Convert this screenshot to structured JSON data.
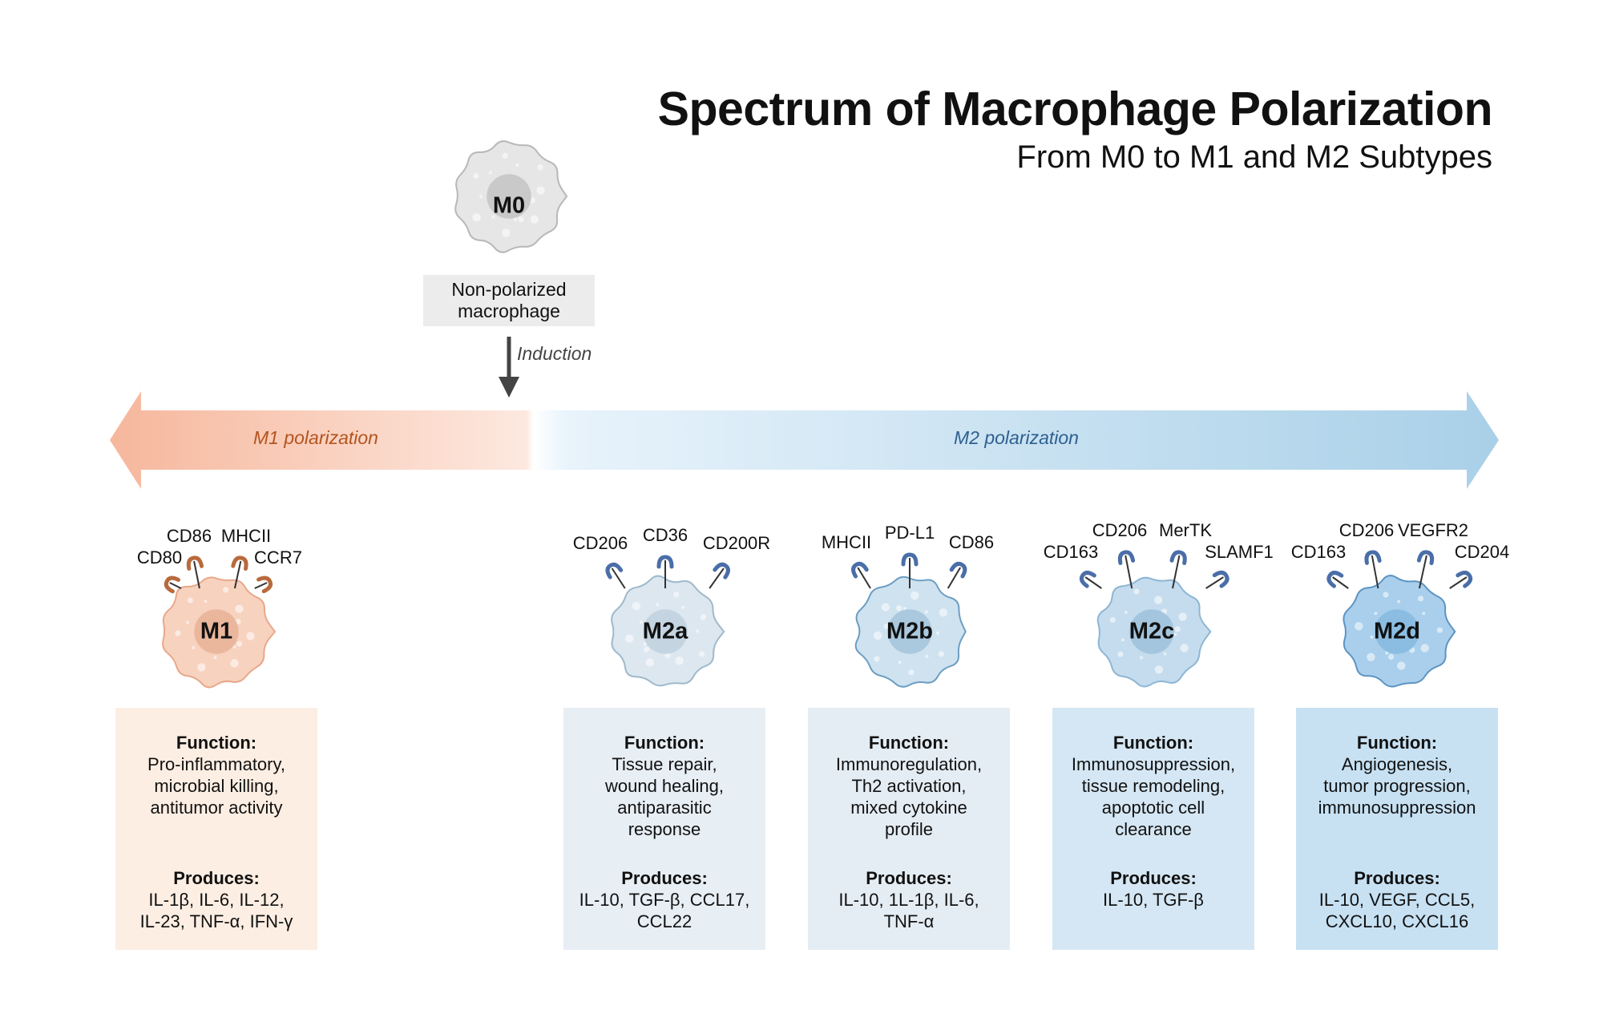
{
  "header": {
    "title": "Spectrum of Macrophage Polarization",
    "subtitle": "From M0 to M1 and M2 Subtypes"
  },
  "m0": {
    "label": "M0",
    "description_line1": "Non-polarized",
    "description_line2": "macrophage",
    "arrow_label": "Induction"
  },
  "spectrum": {
    "m1_label": "M1 polarization",
    "m2_label": "M2 polarization"
  },
  "colors": {
    "m1_receptor": "#b86a3c",
    "m2_receptor": "#4a6ea8",
    "m1_box": "#fdeee3",
    "m2a_box": "#e7eef4",
    "m2b_box": "#e5edf4",
    "m2c_box": "#d5e7f4",
    "m2d_box": "#c7e1f3",
    "arrow_left": "#f6b79c",
    "arrow_right": "#a9d0e8"
  },
  "subtypes": [
    {
      "label": "M1",
      "markers": [
        "CD80",
        "CD86",
        "MHCII",
        "CCR7"
      ],
      "function_heading": "Function:",
      "function_lines": [
        "Pro-inflammatory,",
        "microbial killing,",
        "antitumor activity"
      ],
      "produces_heading": "Produces:",
      "produces_lines": [
        "IL-1β, IL-6, IL-12,",
        "IL-23, TNF-α, IFN-γ"
      ]
    },
    {
      "label": "M2a",
      "markers": [
        "CD206",
        "CD36",
        "CD200R"
      ],
      "function_heading": "Function:",
      "function_lines": [
        "Tissue repair,",
        "wound healing,",
        "antiparasitic",
        "response"
      ],
      "produces_heading": "Produces:",
      "produces_lines": [
        "IL-10, TGF-β, CCL17,",
        "CCL22"
      ]
    },
    {
      "label": "M2b",
      "markers": [
        "MHCII",
        "PD-L1",
        "CD86"
      ],
      "function_heading": "Function:",
      "function_lines": [
        "Immunoregulation,",
        "Th2 activation,",
        "mixed cytokine",
        "profile"
      ],
      "produces_heading": "Produces:",
      "produces_lines": [
        "IL-10, 1L-1β, IL-6,",
        "TNF-α"
      ]
    },
    {
      "label": "M2c",
      "markers": [
        "CD163",
        "CD206",
        "MerTK",
        "SLAMF1"
      ],
      "function_heading": "Function:",
      "function_lines": [
        "Immunosuppression,",
        "tissue remodeling,",
        "apoptotic cell",
        "clearance"
      ],
      "produces_heading": "Produces:",
      "produces_lines": [
        "IL-10, TGF-β"
      ]
    },
    {
      "label": "M2d",
      "markers": [
        "CD163",
        "CD206",
        "VEGFR2",
        "CD204"
      ],
      "function_heading": "Function:",
      "function_lines": [
        "Angiogenesis,",
        "tumor progression,",
        "immunosuppression"
      ],
      "produces_heading": "Produces:",
      "produces_lines": [
        "IL-10, VEGF, CCL5,",
        "CXCL10, CXCL16"
      ]
    }
  ]
}
